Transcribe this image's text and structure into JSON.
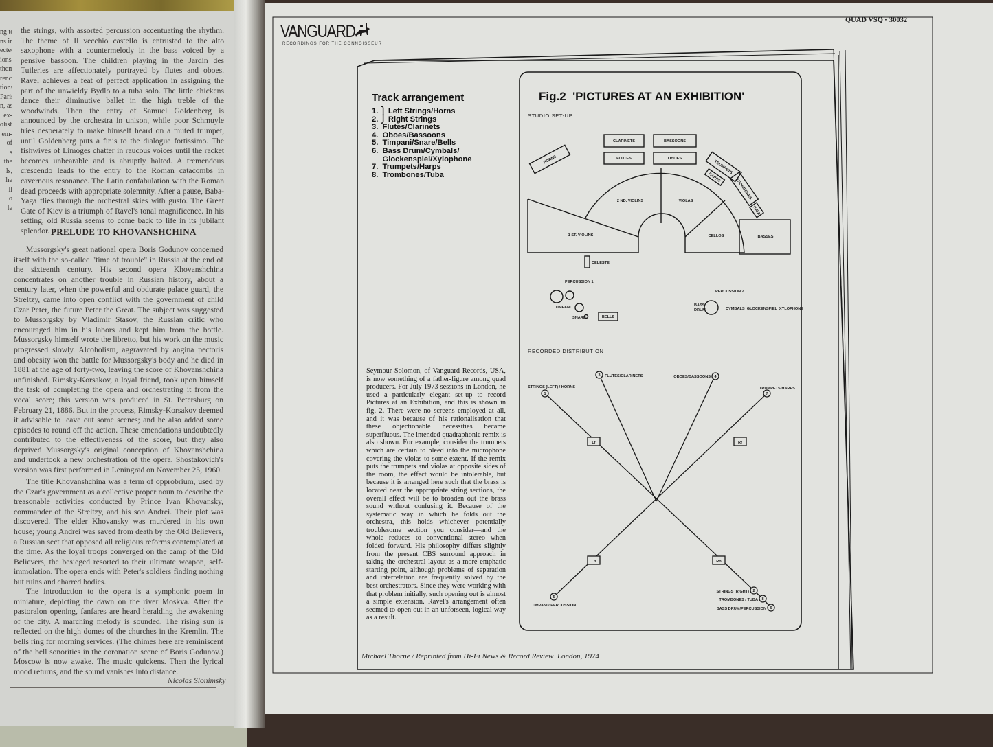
{
  "left_page": {
    "cut_column": [
      "ng to",
      "ns in",
      "ected",
      "ions a",
      "them",
      "rench",
      "tions.",
      "Paris",
      "n, as",
      "ex-",
      "olish",
      "em-",
      "of",
      "s",
      "the",
      "ls,",
      "he",
      "ll",
      "o",
      "le"
    ],
    "para1": "the strings, with assorted percussion accentuating the rhythm. The theme of Il vecchio castello is entrusted to the alto saxophone with a countermelody in the bass voiced by a pensive bassoon. The children playing in the Jardin des Tuileries are affectionately portrayed by flutes and oboes. Ravel achieves a feat of perfect application in assigning the part of the unwieldy Bydlo to a tuba solo. The little chickens dance their diminutive ballet in the high treble of the woodwinds. Then the entry of Samuel Goldenberg is announced by the orchestra in unison, while poor Schmuyle tries desperately to make himself heard on a muted trumpet, until Goldenberg puts a finis to the dialogue fortissimo. The fishwives of Limoges chatter in raucous voices until the racket becomes unbearable and is abruptly halted. A tremendous crescendo leads to the entry to the Roman catacombs in cavernous resonance. The Latin confabulation with the Roman dead proceeds with appropriate solemnity. After a pause, Baba-Yaga flies through the orchestral skies with gusto. The Great Gate of Kiev is a triumph of Ravel's tonal magnificence. In his setting, old Russia seems to come back to life in its jubilant splendor.",
    "heading": "PRELUDE TO KHOVANSHCHINA",
    "para2": "Mussorgsky's great national opera Boris Godunov concerned itself with the so-called \"time of trouble\" in Russia at the end of the sixteenth century. His second opera Khovanshchina concentrates on another trouble in Russian history, about a century later, when the powerful and obdurate palace guard, the Streltzy, came into open conflict with the government of child Czar Peter, the future Peter the Great. The subject was suggested to Mussorgsky by Vladimir Stasov, the Russian critic who encouraged him in his labors and kept him from the bottle. Mussorgsky himself wrote the libretto, but his work on the music progressed slowly. Alcoholism, aggravated by angina pectoris and obesity won the battle for Mussorgsky's body and he died in 1881 at the age of forty-two, leaving the score of Khovanshchina unfinished. Rimsky-Korsakov, a loyal friend, took upon himself the task of completing the opera and orchestrating it from the vocal score; this version was produced in St. Petersburg on February 21, 1886. But in the process, Rimsky-Korsakov deemed it advisable to leave out some scenes; and he also added some episodes to round off the action. These emendations undoubtedly contributed to the effectiveness of the score, but they also deprived Mussorgsky's original conception of Khovanshchina and undertook a new orchestration of the opera. Shostakovich's version was first performed in Leningrad on November 25, 1960.",
    "para3": "The title Khovanshchina was a term of opprobrium, used by the Czar's government as a collective proper noun to describe the treasonable activities conducted by Prince Ivan Khovansky, commander of the Streltzy, and his son Andrei. Their plot was discovered. The elder Khovansky was murdered in his own house; young Andrei was saved from death by the Old Believers, a Russian sect that opposed all religious reforms contemplated at the time. As the loyal troops converged on the camp of the Old Believers, the besieged resorted to their ultimate weapon, self-immolation. The opera ends with Peter's soldiers finding nothing but ruins and charred bodies.",
    "para4": "The introduction to the opera is a symphonic poem in miniature, depicting the dawn on the river Moskva. After the pastoralon opening, fanfares are heard heralding the awakening of the city. A marching melody is sounded. The rising sun is reflected on the high domes of the churches in the Kremlin. The bells ring for morning services. (The chimes here are reminiscent of the bell sonorities in the coronation scene of Boris Godunov.) Moscow is now awake. The music quickens. Then the lyrical mood returns, and the sound vanishes into distance.",
    "signature": "Nicolas Slonimsky"
  },
  "right_page": {
    "catalog": "QUAD VSQ • 30032",
    "logo": "VANGUARD",
    "logo_tagline": "RECORDINGS FOR THE CONNOISSEUR",
    "track_title": "Track arrangement",
    "tracks": [
      "1. ⎫ Left Strings/Horns",
      "2. ⎭ Right Strings",
      "3.  Flutes/Clarinets",
      "4.  Oboes/Bassoons",
      "5.  Timpani/Snare/Bells",
      "6.  Bass Drum/Cymbals/",
      "     Glockenspiel/Xylophone",
      "7.  Trumpets/Harps",
      "8.  Trombones/Tuba"
    ],
    "article": "Seymour Solomon, of Vanguard Records, USA, is now something of a father-figure among quad producers. For July 1973 sessions in London, he used a particularly elegant set-up to record Pictures at an Exhibition, and this is shown in fig. 2. There were no screens employed at all, and it was because of his rationalisation that these objectionable necessities became superfluous. The intended quadraphonic remix is also shown. For example, consider the trumpets which are certain to bleed into the microphone covering the violas to some extent. If the remix puts the trumpets and violas at opposite sides of the room, the effect would be intolerable, but because it is arranged here such that the brass is located near the appropriate string sections, the overall effect will be to broaden out the brass sound without confusing it. Because of the systematic way in which he folds out the orchestra, this holds whichever potentially troublesome section you consider—and the whole reduces to conventional stereo when folded forward. His philosophy differs slightly from the present CBS surround approach in taking the orchestral layout as a more emphatic starting point, although problems of separation and interrelation are frequently solved by the best orchestrators. Since they were working with that problem initially, such opening out is almost a simple extension. Ravel's arrangement often seemed to open out in an unforseen, logical way as a result.",
    "caption": "Michael Thorne / Reprinted from Hi-Fi News & Record Review  London, 1974",
    "figure": {
      "title": "Fig.2  'PICTURES AT AN EXHIBITION'",
      "studio_heading": "STUDIO SET-UP",
      "sections": {
        "horns": "HORNS",
        "clarinets": "CLARINETS",
        "bassoons": "BASSOONS",
        "flutes": "FLUTES",
        "oboes": "OBOES",
        "trumpets": "TRUMPETS",
        "harps": "HARPS",
        "trombones": "TROMBONES",
        "tuba": "TUBA",
        "violins1": "1 ST. VIOLINS",
        "violins2": "2 ND. VIOLINS",
        "violas": "VIOLAS",
        "cellos": "CELLOS",
        "basses": "BASSES",
        "celeste": "CELESTE"
      },
      "percussion1": {
        "heading": "PERCUSSION 1",
        "timpani": "TIMPANI",
        "snare": "SNARE",
        "bells": "BELLS"
      },
      "percussion2": {
        "heading": "PERCUSSION 2",
        "bass": "BASS",
        "drum": "DRUM",
        "others": "CYMBALS  GLOCKENSPIEL  XYLOPHONE"
      },
      "distribution_heading": "RECORDED DISTRIBUTION",
      "channels": {
        "lf": "Lf",
        "rf": "Rf",
        "lb": "Lb",
        "rb": "Rb"
      },
      "sources": [
        {
          "num": "1",
          "label": "STRINGS (LEFT) / HORNS"
        },
        {
          "num": "3",
          "label": "FLUTES/CLARINETS"
        },
        {
          "num": "4",
          "label": "OBOES/BASSOONS"
        },
        {
          "num": "7",
          "label": "TRUMPETS/HARPS"
        },
        {
          "num": "5",
          "label": "TIMPANI / PERCUSSION"
        },
        {
          "num": "2",
          "label": "STRINGS (RIGHT)"
        },
        {
          "num": "8",
          "label": "TROMBONES / TUBA"
        },
        {
          "num": "6",
          "label": "BASS DRUM/PERCUSSION"
        }
      ]
    }
  }
}
